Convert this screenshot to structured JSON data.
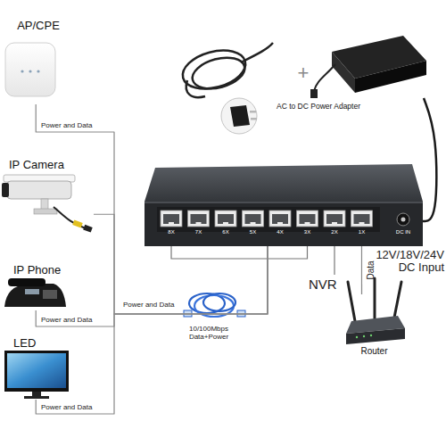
{
  "diagram": {
    "nodes": [
      {
        "text": [
          "AP/CPE"
        ]
      },
      {
        "text": [
          "AC to DC Power Adapter"
        ]
      },
      {
        "text": [
          "IP Camera"
        ]
      },
      {
        "text": [
          "8X",
          "7X",
          "6X",
          "5X",
          "4X",
          "3X",
          "2X",
          "1X",
          "DC IN"
        ]
      },
      {
        "text": [
          "IP Phone"
        ]
      },
      {
        "text": [
          "Router"
        ]
      },
      {
        "text": [
          "LED"
        ]
      }
    ],
    "edges": [
      {
        "from": 0,
        "to": 3,
        "arrow": "none"
      },
      {
        "from": 1,
        "to": 3,
        "arrow": "none"
      },
      {
        "from": 2,
        "to": 3,
        "arrow": "none"
      },
      {
        "from": 3,
        "to": 5,
        "label": "Data",
        "arrow": "none"
      },
      {
        "from": 4,
        "to": 3,
        "arrow": "none"
      },
      {
        "from": 6,
        "to": 3,
        "arrow": "none"
      }
    ],
    "labels": [
      "+",
      "Power and Data",
      "12V/18V/24V DC Input",
      "NVR",
      "Power and Data",
      "Power and Data",
      "10/100Mbps Data+Power",
      "Power and Data"
    ]
  }
}
